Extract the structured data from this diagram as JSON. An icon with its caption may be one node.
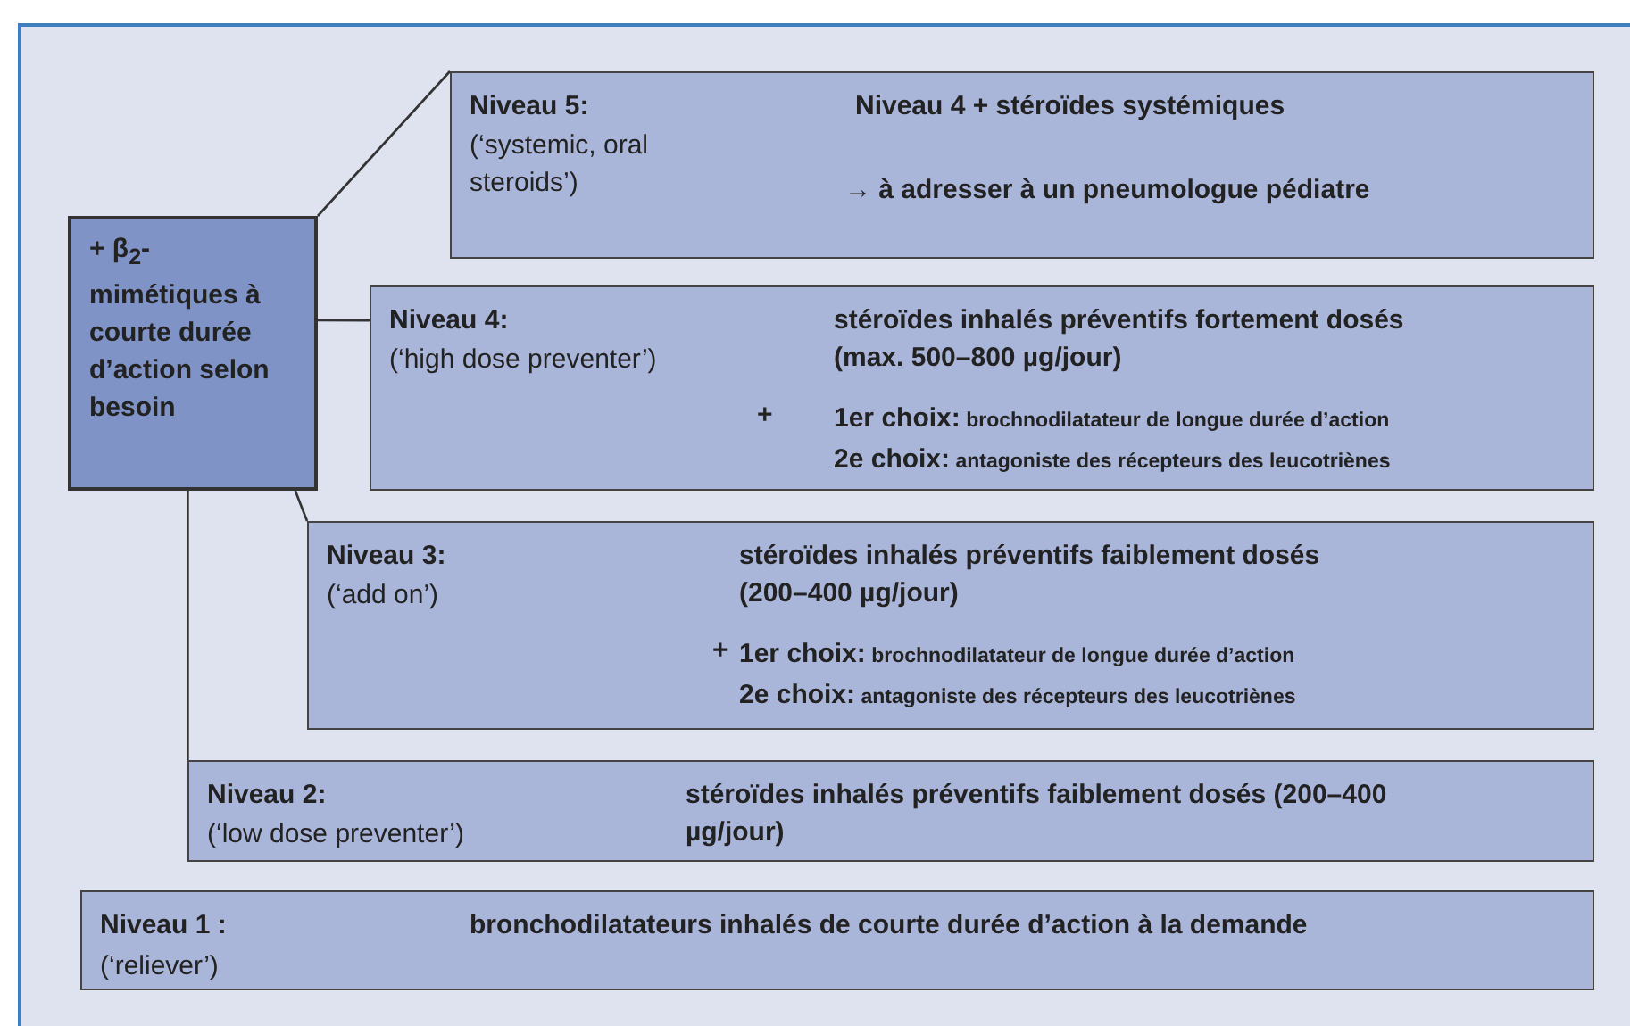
{
  "diagram": {
    "nodes": [
      {
        "text": [
          "+ β$_{2}$-mimétiques à courte durée d’action selon besoin"
        ]
      },
      {
        "text": [
          "Niveau 5:",
          "(‘systemic, oral steroids’)",
          "Niveau 4 + stéroïdes systémiques",
          "→ à adresser à un pneumologue pédiatre"
        ]
      },
      {
        "text": [
          "Niveau 4:",
          "(‘high dose preventer’)",
          "stéroïdes inhalés préventifs fortement dosés (max. 500–800 µg/jour)",
          "+",
          "**1er choix:** brochnodilatateur de longue durée d’action",
          "**2e choix:** antagoniste des récepteurs des leucotriènes"
        ]
      },
      {
        "text": [
          "Niveau 3:",
          "(‘add on’)",
          "stéroïdes inhalés préventifs faiblement dosés (200–400 µg/jour)",
          "+",
          "**1er choix:** brochnodilatateur de longue durée d’action",
          "**2e choix:** antagoniste des récepteurs des leucotriènes"
        ]
      },
      {
        "text": [
          "Niveau 2:",
          "(‘low dose preventer’)",
          "stéroïdes inhalés préventifs faiblement dosés (200–400 µg/jour)"
        ]
      },
      {
        "text": [
          "Niveau 1 :",
          "(‘reliever’)",
          "bronchodilatateurs inhalés de courte durée d’action à la demande"
        ]
      }
    ],
    "edges": [
      {
        "from": 0,
        "to": 1,
        "arrow": "none"
      },
      {
        "from": 0,
        "to": 2,
        "arrow": "none"
      },
      {
        "from": 0,
        "to": 3,
        "arrow": "none"
      },
      {
        "from": 0,
        "to": 4,
        "arrow": "none"
      }
    ]
  }
}
